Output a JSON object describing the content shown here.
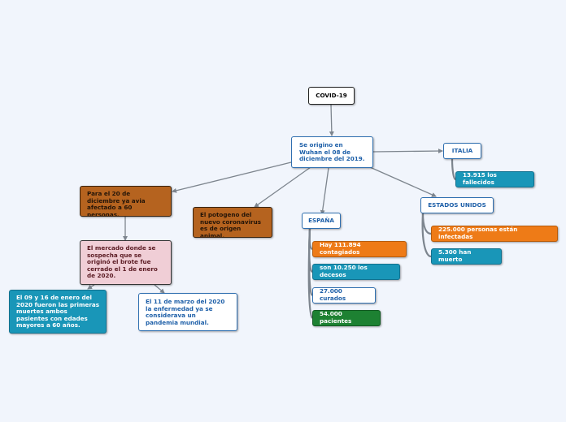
{
  "diagram": {
    "root": {
      "label": "COVID-19"
    },
    "origin": {
      "label": "Se origino en Wuhan el 08 de diciembre del 2019."
    },
    "dec20": {
      "label": "Para el 20 de diciembre ya avia afectado a 60 personas."
    },
    "market": {
      "label": "El mercado donde se sospecha que se originó el brote fue cerrado el 1 de enero de 2020."
    },
    "jan": {
      "label": "El 09 y 16 de enero del 2020 fueron las primeras muertes ambos pasientes con edades mayores a 60 años."
    },
    "march": {
      "label": "El 11 de marzo del 2020 la enfermedad ya se considerava un pandemia mundial."
    },
    "pathogen": {
      "label": "El potogeno del nuevo coronavirus es de origen animal."
    },
    "spain": {
      "label": "ESPAÑA",
      "facts": [
        "Hay 111.894 contagiados",
        "son 10.250 los decesos",
        "27.000 curados",
        "54.000 pacientes"
      ]
    },
    "italy": {
      "label": "ITALIA",
      "facts": [
        "13.915 los fallecidos"
      ]
    },
    "usa": {
      "label": "ESTADOS UNIDOS",
      "facts": [
        "225.000 personas están infectadas",
        "5.300 han muerto"
      ]
    }
  }
}
